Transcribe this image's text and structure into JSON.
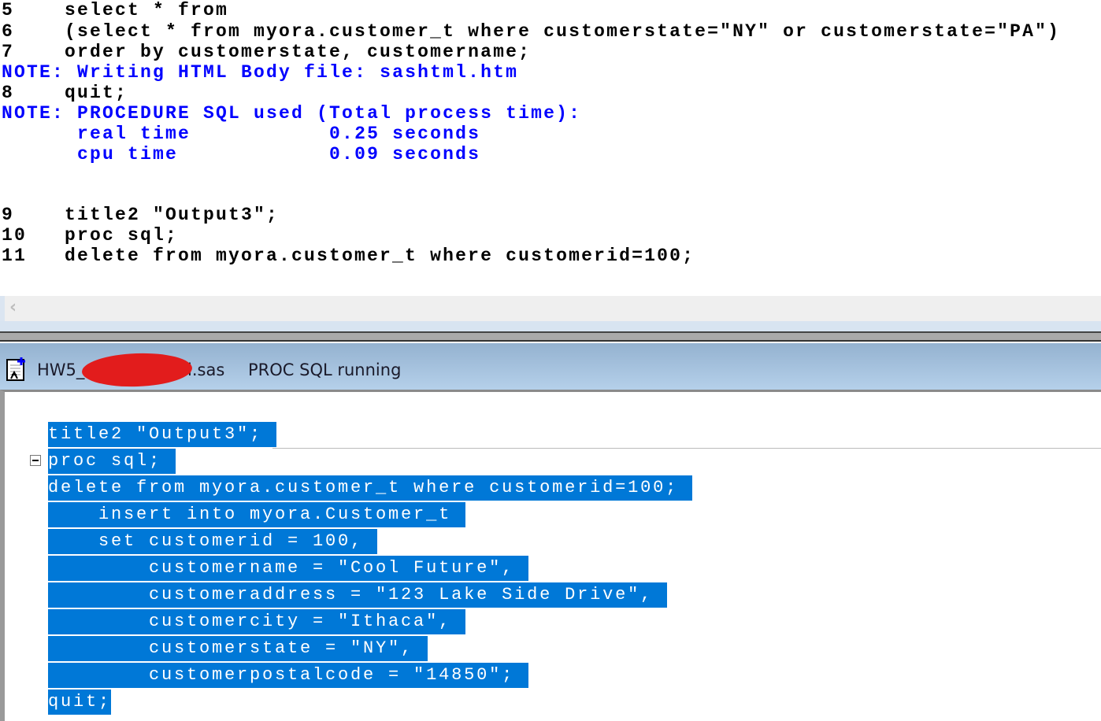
{
  "log": {
    "lines": [
      {
        "num": "5",
        "code": "select * from"
      },
      {
        "num": "6",
        "code": "(select * from myora.customer_t where customerstate=\"NY\" or customerstate=\"PA\")"
      },
      {
        "num": "7",
        "code": "order by customerstate, customername;"
      },
      {
        "note": "NOTE: Writing HTML Body file: sashtml.htm"
      },
      {
        "num": "8",
        "code": "quit;"
      },
      {
        "note": "NOTE: PROCEDURE SQL used (Total process time):"
      },
      {
        "note": "      real time           0.25 seconds"
      },
      {
        "note": "      cpu time            0.09 seconds"
      },
      {
        "num": "9",
        "code": "title2 \"Output3\";"
      },
      {
        "num": "10",
        "code": "proc sql;"
      },
      {
        "num": "11",
        "code": "delete from myora.customer_t where customerid=100;"
      }
    ],
    "scroll_left_icon": "‹"
  },
  "editor_window": {
    "filename_prefix": "HW5_",
    "filename_suffix": "l.sas",
    "status": "PROC SQL running",
    "icon": "sas-program-icon"
  },
  "editor": {
    "lines": [
      "title2 \"Output3\";",
      "proc sql;",
      "delete from myora.customer_t where customerid=100;",
      "    insert into myora.Customer_t",
      "    set customerid = 100,",
      "        customername = \"Cool Future\",",
      "        customeraddress = \"123 Lake Side Drive\",",
      "        customercity = \"Ithaca\",",
      "        customerstate = \"NY\",",
      "        customerpostalcode = \"14850\";",
      "quit;"
    ],
    "selection_color": "#0078d7"
  }
}
